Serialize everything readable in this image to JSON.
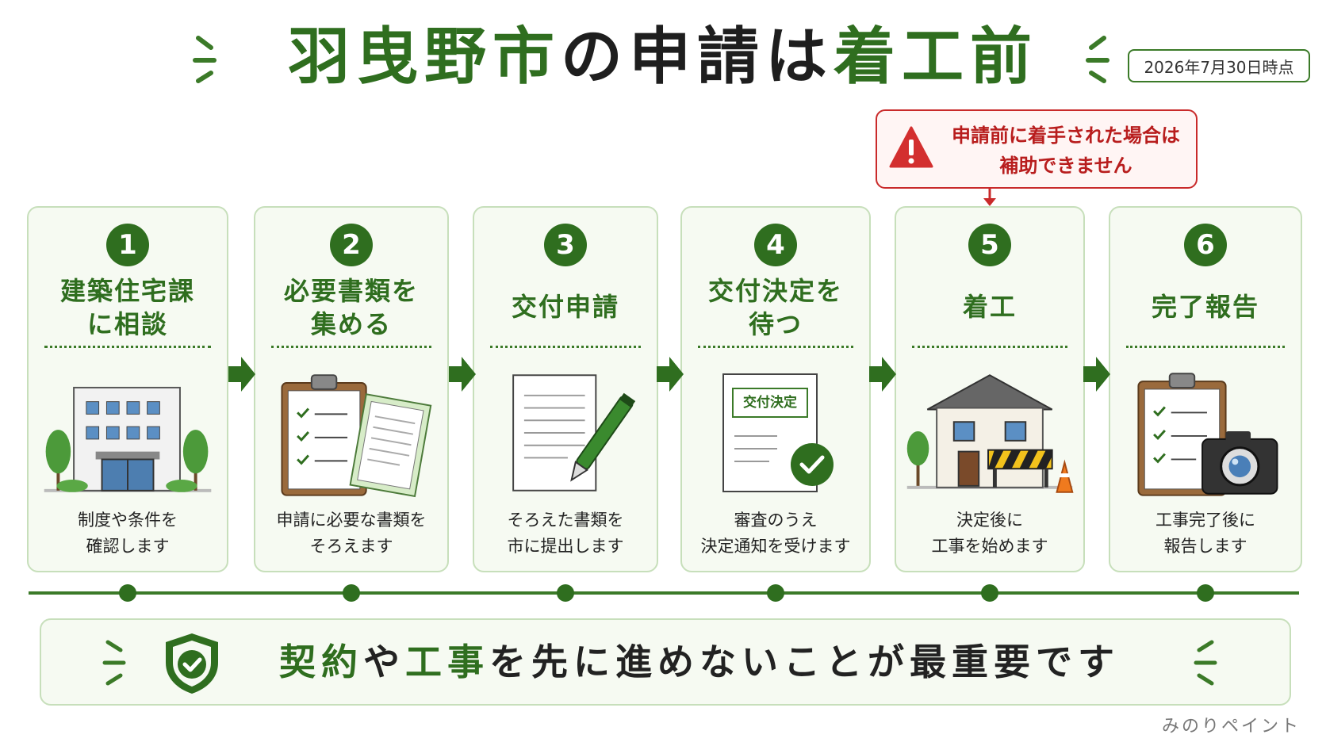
{
  "header": {
    "title_green1": "羽曳野市",
    "title_black1": "の申請は",
    "title_green2": "着工前",
    "date": "2026年7月30日時点"
  },
  "warning": {
    "line1": "申請前に着手された場合は",
    "line2": "補助できません",
    "icon": "warning-triangle-icon"
  },
  "steps": [
    {
      "num": "1",
      "title1": "建築住宅課",
      "title2": "に相談",
      "desc1": "制度や条件を",
      "desc2": "確認します",
      "icon": "building-icon"
    },
    {
      "num": "2",
      "title1": "必要書類を",
      "title2": "集める",
      "desc1": "申請に必要な書類を",
      "desc2": "そろえます",
      "icon": "clipboard-documents-icon"
    },
    {
      "num": "3",
      "title1": "交付申請",
      "title2": "",
      "desc1": "そろえた書類を",
      "desc2": "市に提出します",
      "icon": "document-pen-icon"
    },
    {
      "num": "4",
      "title1": "交付決定を",
      "title2": "待つ",
      "desc1": "審査のうえ",
      "desc2": "決定通知を受けます",
      "icon": "approval-document-icon",
      "stamp": "交付決定"
    },
    {
      "num": "5",
      "title1": "着工",
      "title2": "",
      "desc1": "決定後に",
      "desc2": "工事を始めます",
      "icon": "house-construction-icon"
    },
    {
      "num": "6",
      "title1": "完了報告",
      "title2": "",
      "desc1": "工事完了後に",
      "desc2": "報告します",
      "icon": "clipboard-camera-icon"
    }
  ],
  "bottom": {
    "g1": "契約",
    "k1": "や",
    "g2": "工事",
    "k2": "を先に進めないことが最重要です",
    "icon": "shield-check-icon"
  },
  "footer": "みのりペイント",
  "colors": {
    "green": "#2f6e1f",
    "light_green": "#f6faf2",
    "border": "#c7dfbb",
    "red": "#c92a2a"
  }
}
